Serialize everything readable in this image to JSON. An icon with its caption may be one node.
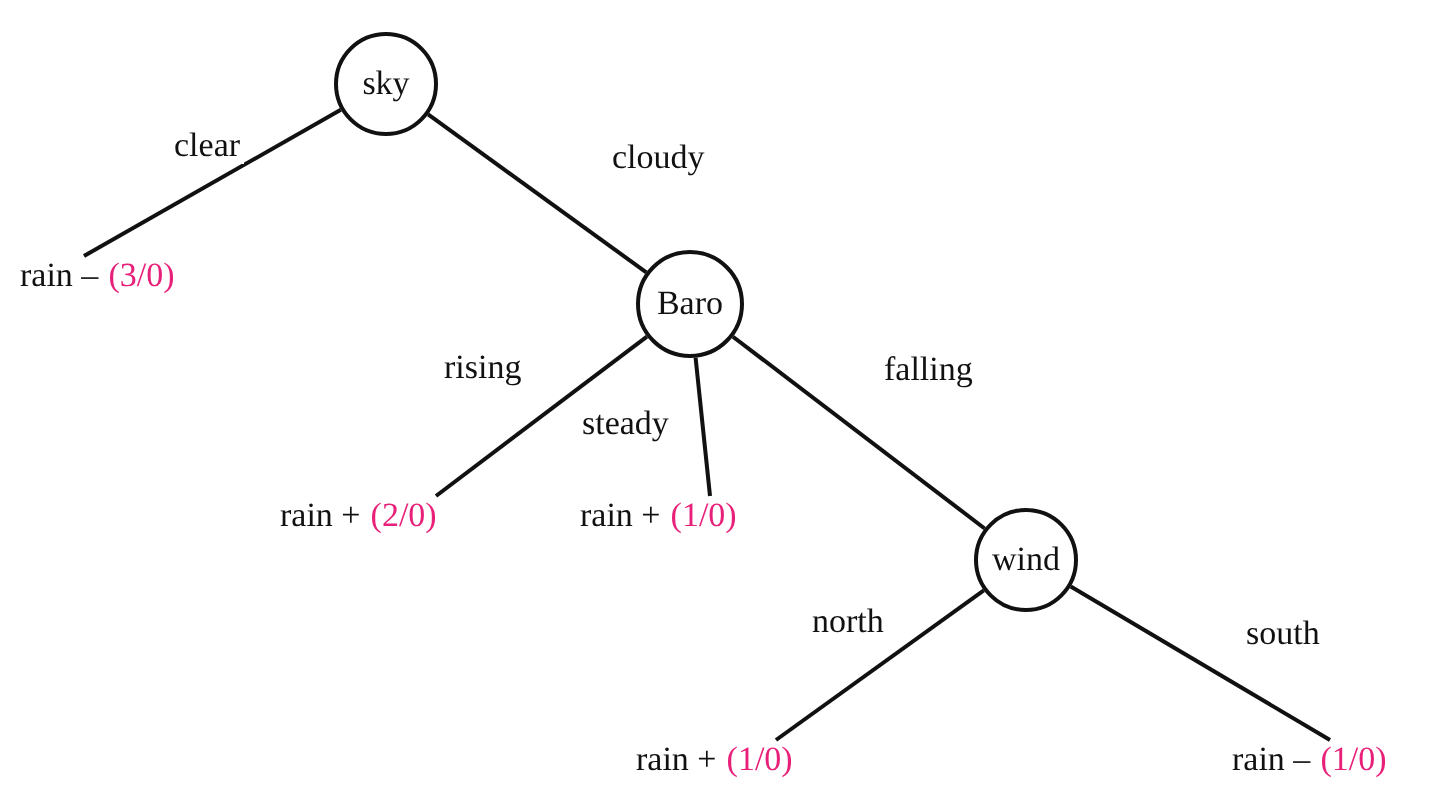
{
  "diagram": {
    "nodes": [
      {
        "text": [
          "sky"
        ]
      },
      {
        "text": [
          "rain –",
          "(3/0)"
        ]
      },
      {
        "text": [
          "Baro"
        ]
      },
      {
        "text": [
          "rain +",
          "(2/0)"
        ]
      },
      {
        "text": [
          "rain +",
          "(1/0)"
        ]
      },
      {
        "text": [
          "wind"
        ]
      },
      {
        "text": [
          "rain +",
          "(1/0)"
        ]
      },
      {
        "text": [
          "rain –",
          "(1/0)"
        ]
      }
    ],
    "edges": [
      {
        "from": 0,
        "to": 1,
        "arrow": "none",
        "label": "clear"
      },
      {
        "from": 0,
        "to": 2,
        "arrow": "none",
        "label": "cloudy"
      },
      {
        "from": 2,
        "to": 3,
        "arrow": "none",
        "label": "rising"
      },
      {
        "from": 2,
        "to": 4,
        "arrow": "none",
        "label": "steady"
      },
      {
        "from": 2,
        "to": 5,
        "arrow": "none",
        "label": "falling"
      },
      {
        "from": 5,
        "to": 6,
        "arrow": "none",
        "label": "north"
      },
      {
        "from": 5,
        "to": 7,
        "arrow": "none",
        "label": "south"
      }
    ]
  }
}
